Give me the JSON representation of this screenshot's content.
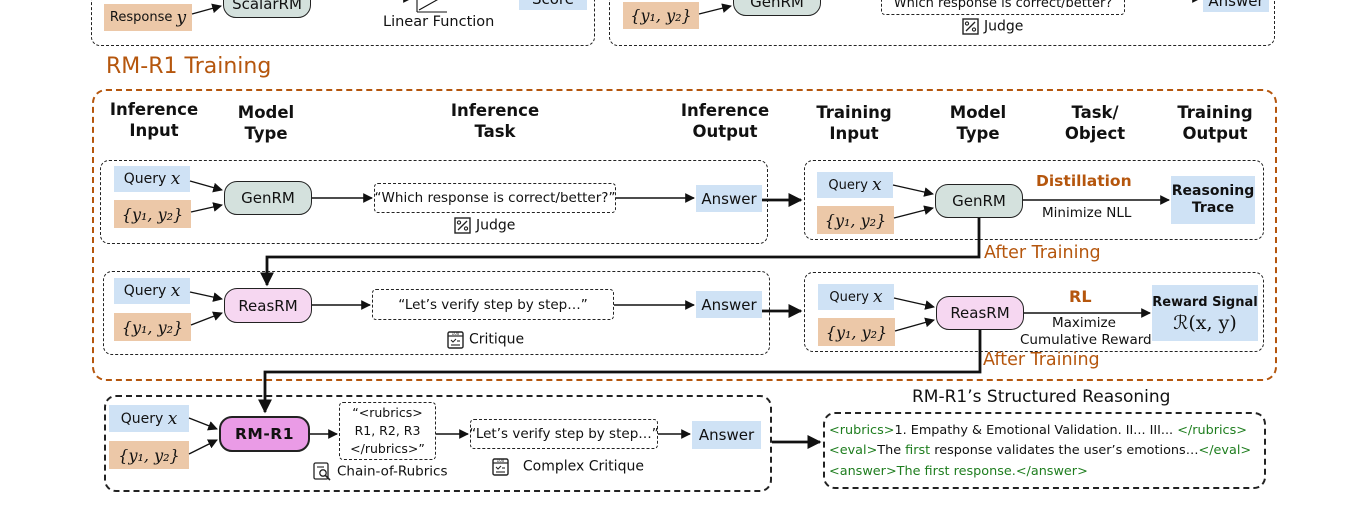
{
  "top": {
    "left": {
      "response": "Response",
      "var_y": "y",
      "scalar_rm": "ScalarRM",
      "linear_function": "Linear Function",
      "score": "Score"
    },
    "right": {
      "pair": "{y₁, y₂}",
      "gen_rm": "GenRM",
      "quote": "Which response is correct/better?",
      "judge": "Judge",
      "answer": "Answer"
    }
  },
  "section_title": "RM-R1 Training",
  "headers": {
    "inference_input": "Inference\nInput",
    "model_type_1": "Model\nType",
    "inference_task": "Inference\nTask",
    "inference_output": "Inference\nOutput",
    "training_input": "Training\nInput",
    "model_type_2": "Model\nType",
    "task_object": "Task/\nObject",
    "training_output": "Training\nOutput"
  },
  "row1": {
    "query": "Query",
    "var_x": "x",
    "pair": "{y₁, y₂}",
    "model": "GenRM",
    "quote": "“Which response is correct/better?”",
    "task_label": "Judge",
    "output": "Answer",
    "train_query": "Query",
    "train_pair": "{y₁, y₂}",
    "train_model": "GenRM",
    "method": "Distillation",
    "method_desc": "Minimize NLL",
    "train_output": "Reasoning Trace"
  },
  "after_training_1": "After Training",
  "row2": {
    "query": "Query",
    "var_x": "x",
    "pair": "{y₁, y₂}",
    "model": "ReasRM",
    "quote": "“Let’s verify step by step…”",
    "task_label": "Critique",
    "output": "Answer",
    "train_query": "Query",
    "train_pair": "{y₁, y₂}",
    "train_model": "ReasRM",
    "method": "RL",
    "method_desc_1": "Maximize",
    "method_desc_2": "Cumulative Reward",
    "train_output_title": "Reward Signal",
    "train_output_formula": "ℛ(x, y)"
  },
  "after_training_2": "After Training",
  "row3": {
    "query": "Query",
    "var_x": "x",
    "pair": "{y₁, y₂}",
    "model": "RM-R1",
    "rubrics_1": "“<rubrics>",
    "rubrics_2": "R1, R2, R3",
    "rubrics_3": "</rubrics>”",
    "rubrics_label": "Chain-of-Rubrics",
    "quote": "“Let’s verify step by step…”",
    "task_label": "Complex Critique",
    "output": "Answer"
  },
  "structured": {
    "title": "RM-R1’s Structured Reasoning",
    "line1_open": "<rubrics>",
    "line1_text": "1. Empathy & Emotional Validation.  II...  III...",
    "line1_close": "</rubrics>",
    "line2_open": "<eval>",
    "line2_pre": "The ",
    "line2_hl": "first",
    "line2_text": " response validates the user’s emotions…",
    "line2_close": "</eval>",
    "line3_open": "<answer>",
    "line3_text": "The first response.",
    "line3_close": "</answer>"
  },
  "colors": {
    "orange": "#b5560d",
    "blue": "#cfe2f5",
    "tan": "#ecc8a8",
    "gray": "#d4e1dd",
    "pink": "#f6d7f1",
    "magenta": "#ea9be6",
    "green": "#1e7d1e"
  }
}
